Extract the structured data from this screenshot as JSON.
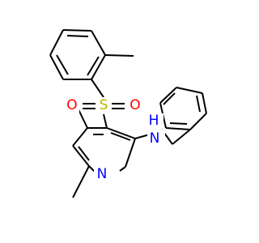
{
  "colors": {
    "bond": "#000000",
    "sulfur": "#b8b800",
    "oxygen": "#ff0000",
    "nitrogen": "#0000ff"
  },
  "atoms": {
    "sulfur": "S",
    "oxygen_left": "O",
    "oxygen_right": "O",
    "amine_nitrogen": "N",
    "amine_hydrogen": "H",
    "ring_nitrogen": "N"
  }
}
